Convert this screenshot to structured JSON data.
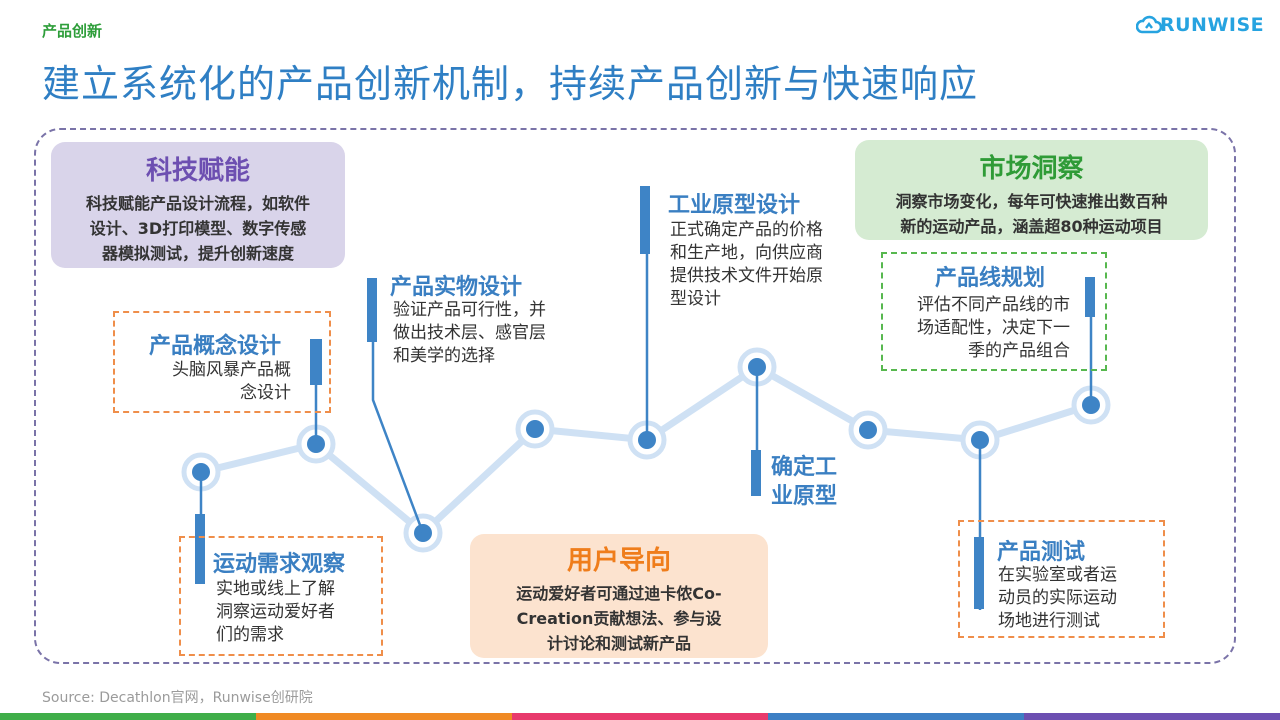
{
  "header": {
    "section_tag": "产品创新",
    "logo_text": "RUNWISE",
    "title": "建立系统化的产品创新机制，持续产品创新与快速响应"
  },
  "cards": {
    "tech": {
      "title": "科技赋能",
      "lines": [
        "科技赋能产品设计流程，如软件",
        "设计、3D打印模型、数字传感",
        "器模拟测试，提升创新速度"
      ]
    },
    "market": {
      "title": "市场洞察",
      "lines": [
        "洞察市场变化，每年可快速推出数百种",
        "新的运动产品，涵盖超80种运动项目"
      ]
    },
    "user": {
      "title": "用户导向",
      "lines": [
        "运动爱好者可通过迪卡侬Co-",
        "Creation贡献想法、参与设",
        "计讨论和测试新产品"
      ]
    }
  },
  "steps": {
    "need": {
      "label": "运动需求观察",
      "lines": [
        "实地或线上了解",
        "洞察运动爱好者",
        "们的需求"
      ]
    },
    "concept": {
      "label": "产品概念设计",
      "lines": [
        "头脑风暴产品概",
        "念设计"
      ]
    },
    "physical": {
      "label": "产品实物设计",
      "lines": [
        "验证产品可行性，并",
        "做出技术层、感官层",
        "和美学的选择"
      ]
    },
    "prototype": {
      "label": "工业原型设计",
      "lines": [
        "正式确定产品的价格",
        "和生产地，向供应商",
        "提供技术文件开始原",
        "型设计"
      ]
    },
    "confirm": {
      "label_lines": [
        "确定工",
        "业原型"
      ]
    },
    "planning": {
      "label": "产品线规划",
      "lines": [
        "评估不同产品线的市",
        "场适配性，决定下一",
        "季的产品组合"
      ]
    },
    "testing": {
      "label": "产品测试",
      "lines": [
        "在实验室或者运",
        "动员的实际运动",
        "场地进行测试"
      ]
    }
  },
  "source": "Source: Decathlon官网，Runwise创研院",
  "colors": {
    "title_blue": "#2f7fc4",
    "line_blue": "#3e84c6",
    "node_ring": "#cfe1f4",
    "frame_purple": "#7a73a8",
    "purple_card": "#d9d4ea",
    "green_card": "#d5ebd2",
    "orange_card": "#fce3cf"
  },
  "footer_colors": [
    "#3fae49",
    "#f08a24",
    "#e83a6c",
    "#3d7fc4",
    "#6c4fb1"
  ]
}
